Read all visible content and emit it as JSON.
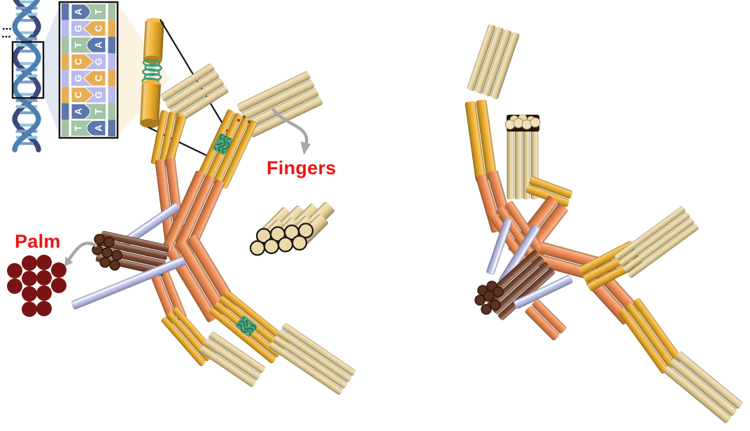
{
  "labels": {
    "fingers": "Fingers",
    "palm": "Palm"
  },
  "colors": {
    "background": "#ffffff",
    "label_red": "#f01111",
    "arrow_gray": "#a7a7a7",
    "line_black": "#141414",
    "tan": "#e9d49c",
    "gold": "#efae2b",
    "orange": "#ef8a50",
    "brown": "#7d4a32",
    "lavender": "#c3c6f0",
    "maroon": "#7a1315",
    "coil_green": "#3f9d78",
    "coil_green_dark": "#1f6b4e",
    "helix_navy": "#3b4a7b",
    "helix_blue": "#4d7fb0",
    "rung_light": "#92c5dc",
    "rung_dark": "#7f9cce",
    "lens_blue": "#dce4f2",
    "lens_beige": "#fbf2e0",
    "face_brown": "#5d3120",
    "face_ring": "#2e160b"
  },
  "dna_inset": {
    "base_pairs": [
      {
        "left": "A",
        "right": "T"
      },
      {
        "left": "G",
        "right": "C"
      },
      {
        "left": "T",
        "right": "A"
      },
      {
        "left": "C",
        "right": "G"
      },
      {
        "left": "G",
        "right": "C"
      },
      {
        "left": "C",
        "right": "G"
      },
      {
        "left": "A",
        "right": "T"
      },
      {
        "left": "T",
        "right": "A"
      }
    ],
    "base_colors": {
      "A": "#5c77ab",
      "T": "#a3c4a5",
      "G": "#b9bbee",
      "C": "#e7ae55"
    }
  },
  "cross_sections": {
    "fingers": {
      "cylinder_count": 8
    },
    "palm": {
      "cylinder_count": 12
    }
  }
}
